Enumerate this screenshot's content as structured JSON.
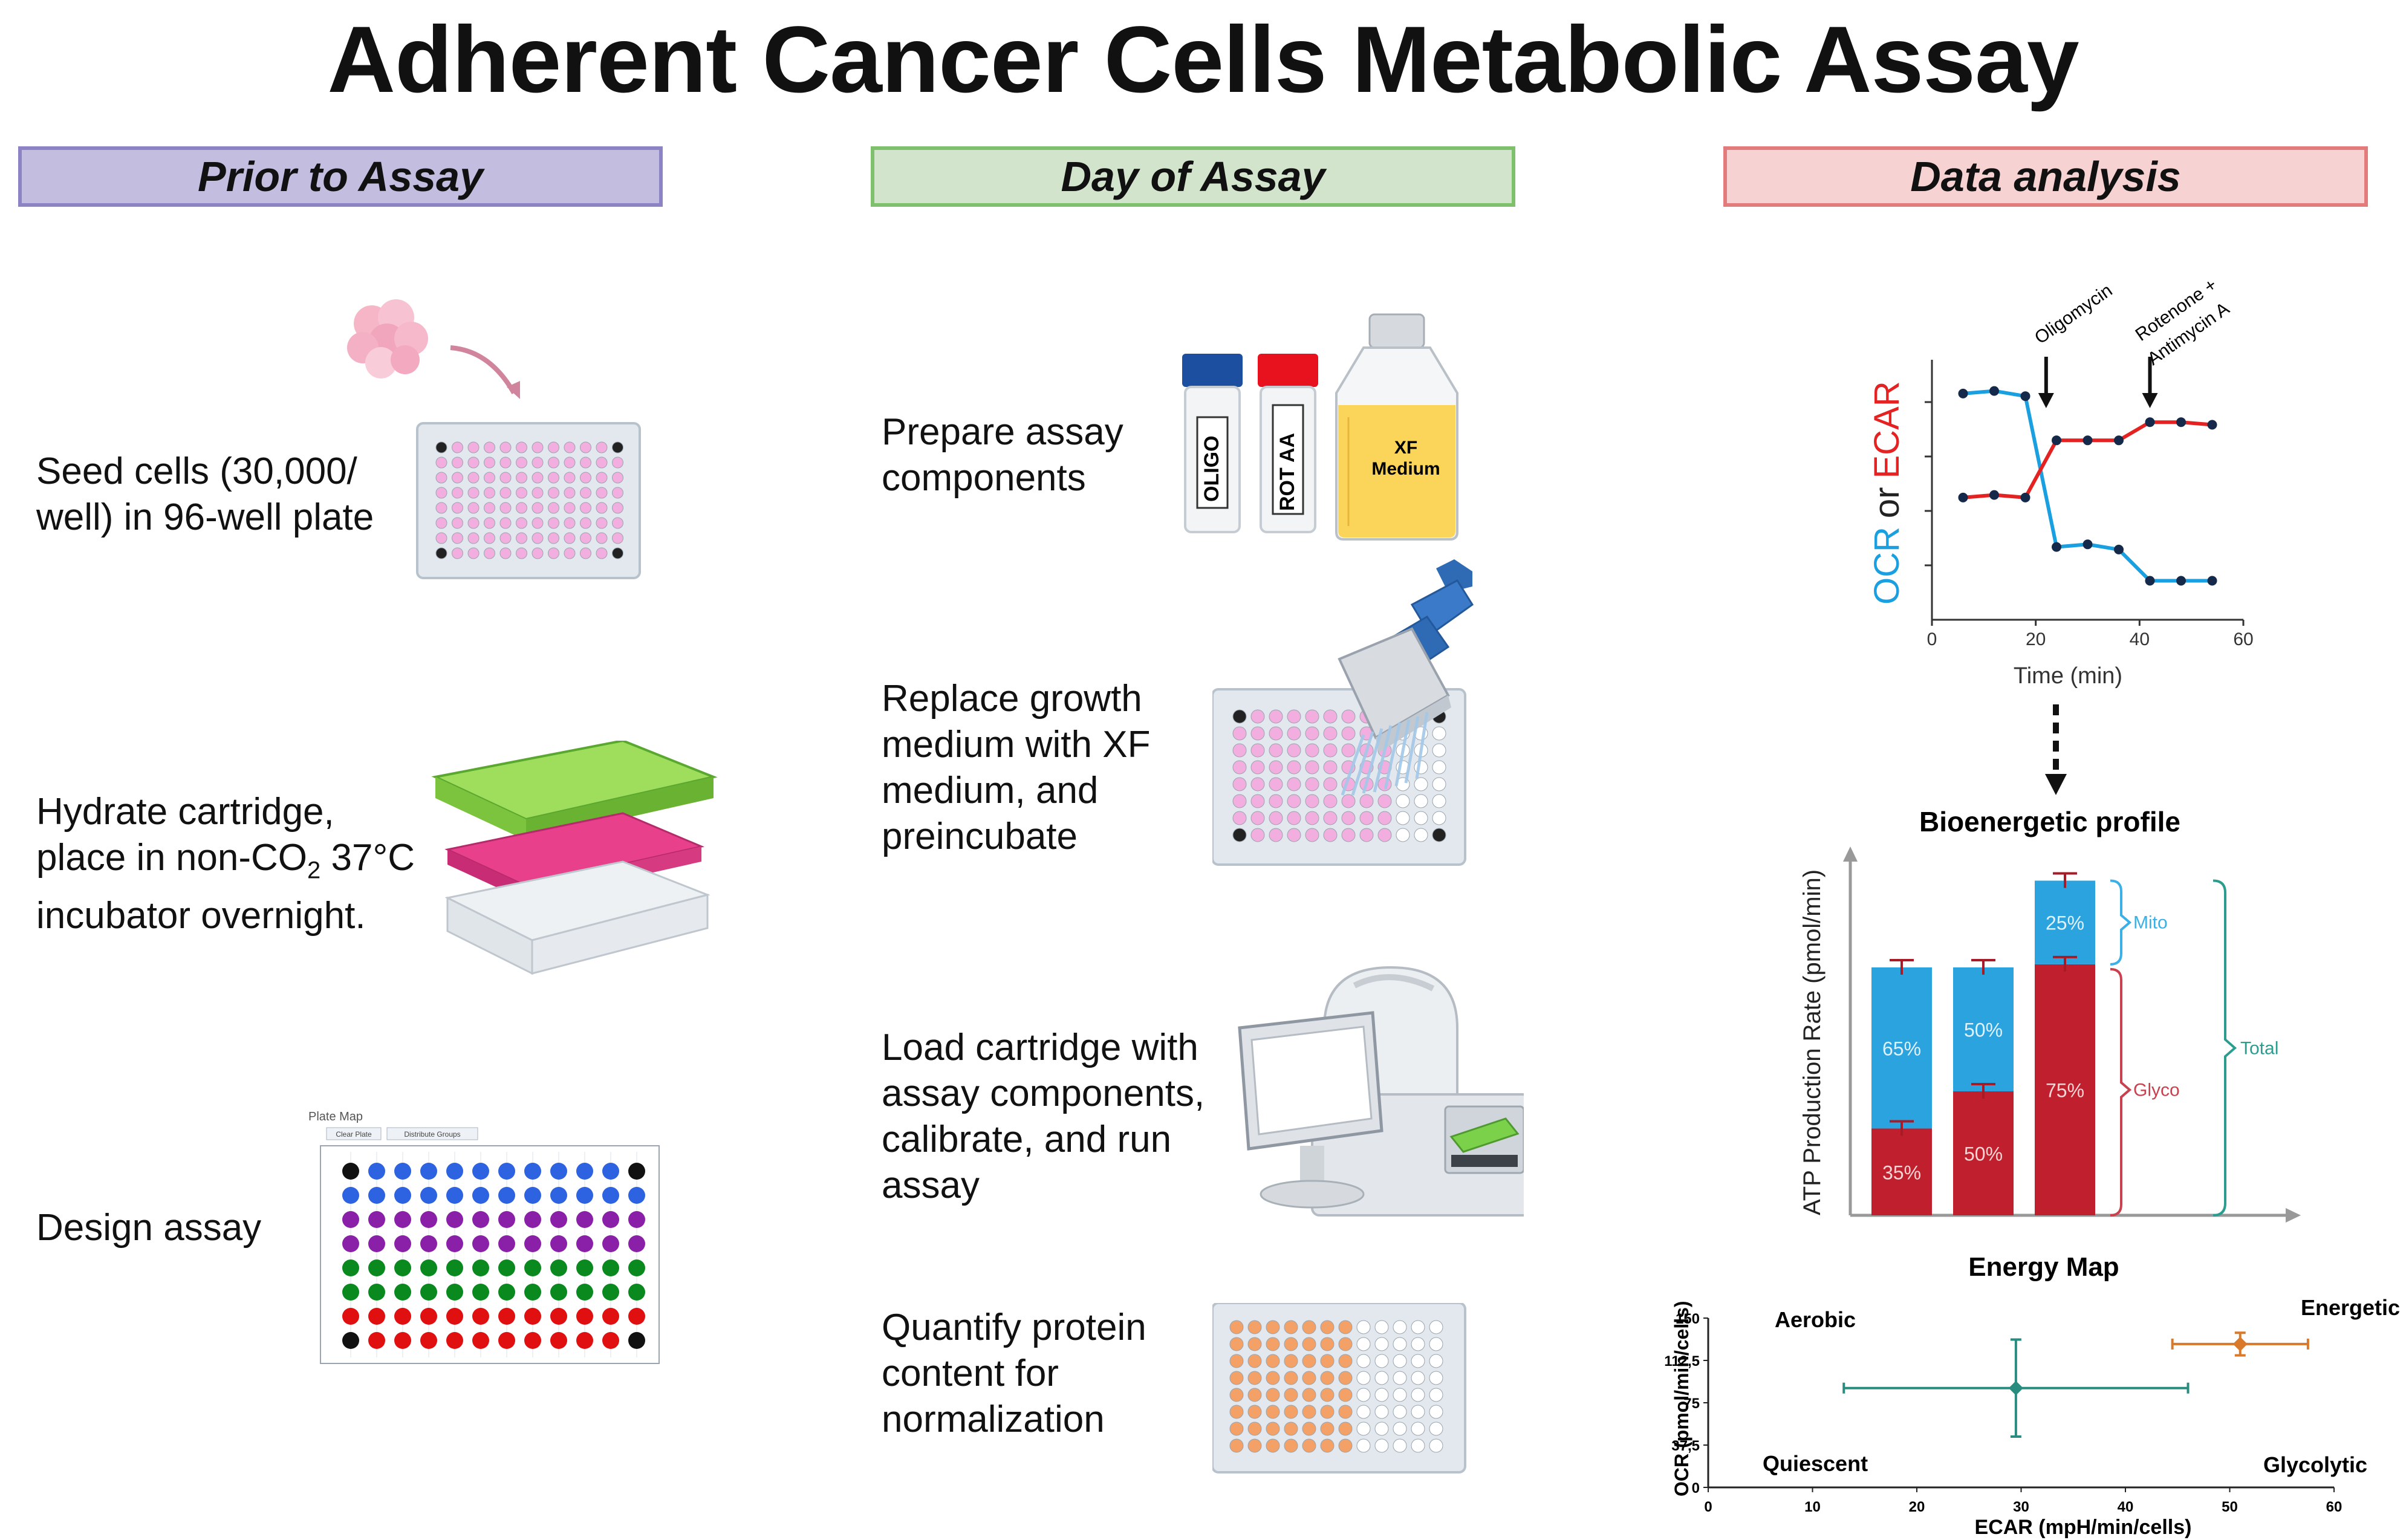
{
  "title": "Adherent Cancer Cells Metabolic Assay",
  "headers": {
    "prior": "Prior to Assay",
    "day": "Day of Assay",
    "data": "Data analysis"
  },
  "prior_steps": {
    "seed_line1": "Seed cells (30,000/",
    "seed_line2": "well) in 96-well plate",
    "hydrate_line1": "Hydrate cartridge,",
    "hydrate_line2_pre": "place in non-CO",
    "hydrate_line2_sub": "2",
    "hydrate_line2_post": " 37°C",
    "hydrate_line3": "incubator overnight.",
    "design": "Design assay",
    "plate_map_title": "Plate Map",
    "plate_map_btn1": "Clear Plate",
    "plate_map_btn2": "Distribute Groups"
  },
  "day_steps": {
    "prepare_line1": "Prepare assay",
    "prepare_line2": "components",
    "oligo": "OLIGO",
    "rot_aa": "ROT AA",
    "xf_line1": "XF",
    "xf_line2": "Medium",
    "replace_line1": "Replace growth",
    "replace_line2": "medium with XF",
    "replace_line3": "medium, and",
    "replace_line4": "preincubate",
    "load_line1": "Load cartridge with",
    "load_line2": "assay components,",
    "load_line3": "calibrate, and run",
    "load_line4": "assay",
    "quant_line1": "Quantify protein",
    "quant_line2": "content for",
    "quant_line3": "normalization"
  },
  "colors": {
    "ocr_blue": "#1aa0e0",
    "ecar_red": "#e52222",
    "mito_blue": "#2aa3df",
    "glyco_red": "#c0202e",
    "teal": "#2a8c7e",
    "orange": "#d97a2b",
    "pink_well": "#f3aee0",
    "orange_well": "#f3a166"
  },
  "chart_data": [
    {
      "type": "line",
      "title": "",
      "xlabel": "Time (min)",
      "ylabel_parts": [
        "OCR",
        "or",
        "ECAR"
      ],
      "x_ticks": [
        "0",
        "20",
        "40",
        "60"
      ],
      "xlim": [
        0,
        60
      ],
      "annotations": [
        "Oligomycin",
        "Rotenone +",
        "Antimycin A"
      ],
      "annotation_x": [
        22,
        42
      ],
      "series": [
        {
          "name": "OCR",
          "color": "#1aa0e0",
          "x": [
            6,
            12,
            18,
            24,
            30,
            36,
            42,
            48,
            54
          ],
          "y": [
            0.87,
            0.88,
            0.86,
            0.28,
            0.29,
            0.27,
            0.15,
            0.15,
            0.15
          ]
        },
        {
          "name": "ECAR",
          "color": "#e52222",
          "x": [
            6,
            12,
            18,
            24,
            30,
            36,
            42,
            48,
            54
          ],
          "y": [
            0.47,
            0.48,
            0.47,
            0.69,
            0.69,
            0.69,
            0.76,
            0.76,
            0.75
          ]
        }
      ]
    },
    {
      "type": "bar",
      "title": "Bioenergetic profile",
      "ylabel": "ATP Production Rate (pmol/min)",
      "stacked": true,
      "bars": [
        {
          "glyco": 0.35,
          "mito": 0.65,
          "glyco_label": "35%",
          "mito_label": "65%",
          "total": 1.0
        },
        {
          "glyco": 0.5,
          "mito": 0.5,
          "glyco_label": "50%",
          "mito_label": "50%",
          "total": 1.0
        },
        {
          "glyco": 0.75,
          "mito": 0.25,
          "glyco_label": "75%",
          "mito_label": "25%",
          "total": 1.35
        }
      ],
      "legend": [
        "Mito",
        "Total",
        "Glyco"
      ]
    },
    {
      "type": "scatter",
      "title": "Energy Map",
      "xlabel": "ECAR (mpH/min/cells)",
      "ylabel": "OCR (pmol/min/cells)",
      "xlim": [
        0,
        60
      ],
      "ylim": [
        0,
        150
      ],
      "x_ticks": [
        "0",
        "10",
        "20",
        "30",
        "40",
        "50",
        "60"
      ],
      "y_ticks": [
        "0",
        "37,5",
        "75",
        "112,5",
        "150"
      ],
      "quadrants": [
        "Aerobic",
        "Energetic",
        "Quiescent",
        "Glycolytic"
      ],
      "points": [
        {
          "x": 29.5,
          "y": 88,
          "xerr": 16.5,
          "yerr": 43,
          "color": "#2a8c7e"
        },
        {
          "x": 51,
          "y": 127,
          "xerr": 6.5,
          "yerr": 10,
          "color": "#d97a2b"
        }
      ]
    }
  ]
}
